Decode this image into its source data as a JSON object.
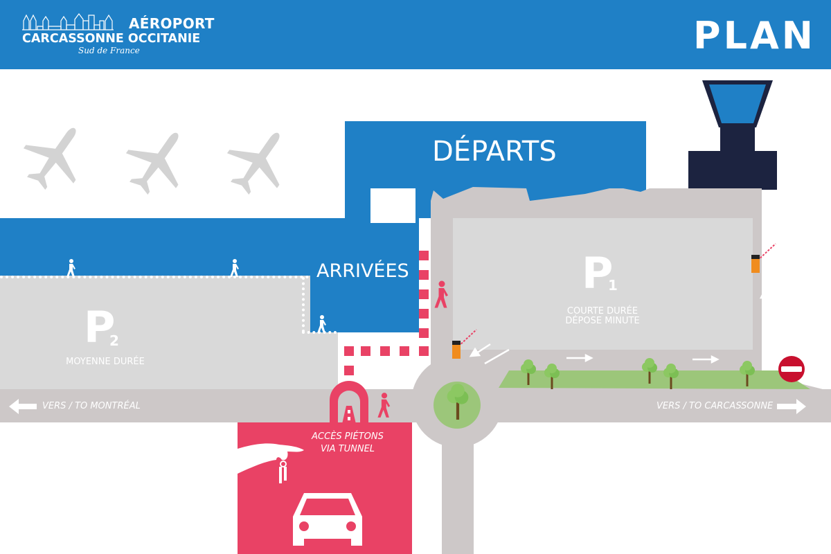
{
  "header": {
    "logo": {
      "line1": "AÉROPORT",
      "line2": "CARCASSONNE OCCITANIE",
      "line3": "Sud de France",
      "icon": "city-skyline-icon"
    },
    "title": "PLAN"
  },
  "map": {
    "departures": {
      "label": "DÉPARTS"
    },
    "arrivals": {
      "label": "ARRIVÉES"
    },
    "parking_p1": {
      "letter": "P",
      "number": "1",
      "line1": "COURTE DURÉE",
      "line2": "DÉPOSE MINUTE"
    },
    "parking_p2": {
      "letter": "P",
      "number": "2",
      "line1": "MOYENNE DURÉE"
    },
    "road_west": {
      "label": "VERS / TO MONTRÉAL",
      "icon": "arrow-left-icon"
    },
    "road_east": {
      "label": "VERS / TO CARCASSONNE",
      "icon": "arrow-right-icon"
    },
    "tunnel": {
      "line1": "ACCÈS PIÉTONS",
      "line2": "VIA TUNNEL",
      "icon": "tunnel-icon"
    },
    "rental": {
      "icons": [
        "hand-keys-icon",
        "car-icon"
      ]
    },
    "icons": [
      "airplane-icon",
      "control-tower-icon",
      "pedestrian-icon",
      "barrier-icon",
      "no-entry-icon",
      "tree-icon"
    ]
  },
  "colors": {
    "brand_blue": "#1f80c6",
    "tower_navy": "#1c2340",
    "road_gray": "#cdc8c8",
    "lot_gray": "#d9d9d9",
    "accent_pink": "#e94265",
    "grass_green": "#9cc67a",
    "no_entry_red": "#c8102e",
    "barrier_orange": "#f08c1e"
  }
}
